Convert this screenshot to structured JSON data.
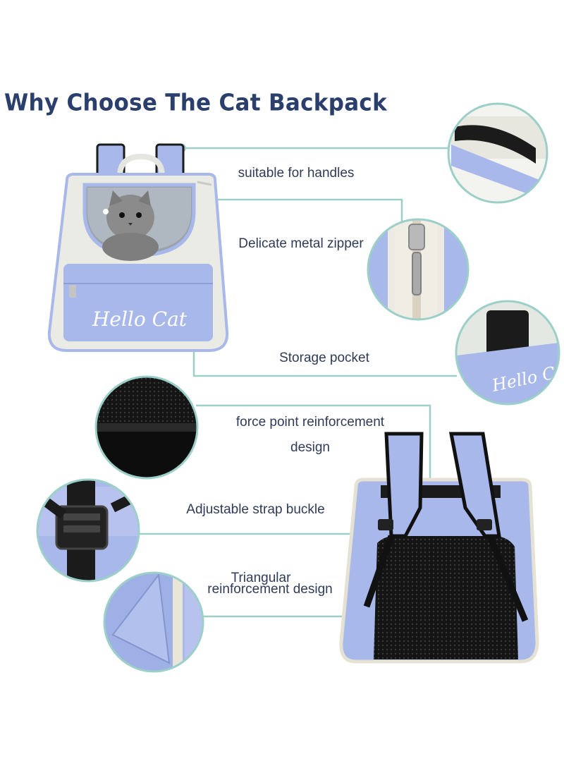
{
  "title": "Why Choose The Cat Backpack",
  "colors": {
    "title": "#2a3f6b",
    "accent_line": "#9ccfc8",
    "bag_blue": "#a8b8ea",
    "bag_cream": "#e9ebe4",
    "label_text": "#2f3b57"
  },
  "front_bag": {
    "pocket_text": "Hello Cat"
  },
  "features": [
    {
      "label": "suitable for handles"
    },
    {
      "label": "Delicate metal zipper"
    },
    {
      "label": "Storage pocket"
    },
    {
      "label_line1": "force point reinforcement",
      "label_line2": "design"
    },
    {
      "label": "Adjustable strap buckle"
    },
    {
      "label_line1": "Triangular",
      "label_line2": "reinforcement design"
    }
  ],
  "icons": [
    "handle-closeup-icon",
    "zipper-closeup-icon",
    "pocket-closeup-icon",
    "mesh-closeup-icon",
    "buckle-closeup-icon",
    "triangle-closeup-icon"
  ]
}
